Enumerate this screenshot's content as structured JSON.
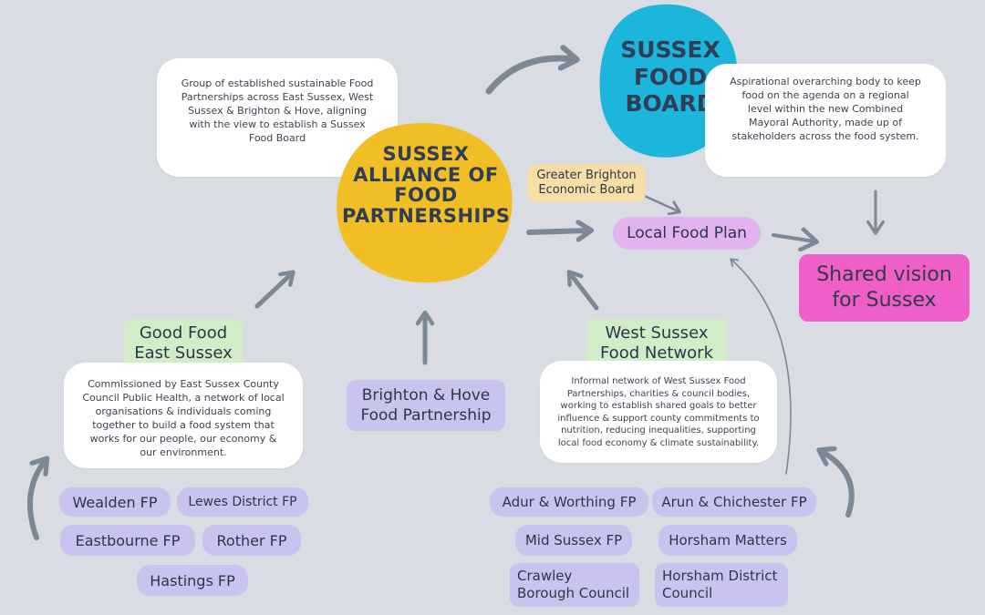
{
  "nodes": {
    "alliance": "SUSSEX ALLIANCE OF FOOD PARTNERSHIPS",
    "food_board": "SUSSEX FOOD BOARD",
    "alliance_desc": "Group of established sustainable Food Partnerships across East Sussex, West Sussex & Brighton & Hove, aligning with the view to establish a Sussex Food Board",
    "board_desc": "Aspirational overarching body to keep food on the agenda on a regional level within the new Combined Mayoral Authority, made up of stakeholders across the food system.",
    "greater_brighton": "Greater Brighton Economic Board",
    "local_food_plan": "Local Food Plan",
    "shared_vision": "Shared vision for Sussex",
    "good_food": "Good Food East Sussex",
    "good_food_desc": "Commissioned by East Sussex County Council Public Health, a network of local organisations & individuals coming together to build a food system that works for our people, our economy & our environment.",
    "brighton_hove": "Brighton & Hove Food Partnership",
    "west_sussex": "West Sussex Food Network",
    "west_sussex_desc": "Informal network of West Sussex Food Partnerships, charities & council bodies, working to establish shared goals to better influence & support county commitments to nutrition, reducing inequalities, supporting local food economy & climate sustainability."
  },
  "east_partners": [
    "Wealden FP",
    "Lewes District FP",
    "Eastbourne FP",
    "Rother FP",
    "Hastings FP"
  ],
  "west_partners": [
    "Adur & Worthing FP",
    "Arun & Chichester FP",
    "Mid Sussex FP",
    "Horsham Matters",
    "Crawley Borough Council",
    "Horsham District Council"
  ],
  "colors": {
    "background": "#d9dde3",
    "alliance_blob": "#f2be25",
    "board_blob": "#1cb6dd",
    "partner_tag": "#c8c4ef",
    "network_tag": "#d2ecc8",
    "greater_brighton_tag": "#f6dfa6",
    "food_plan_tag": "#e3b3ef",
    "shared_vision_tag": "#f05fc8",
    "arrow": "#7c8896"
  }
}
